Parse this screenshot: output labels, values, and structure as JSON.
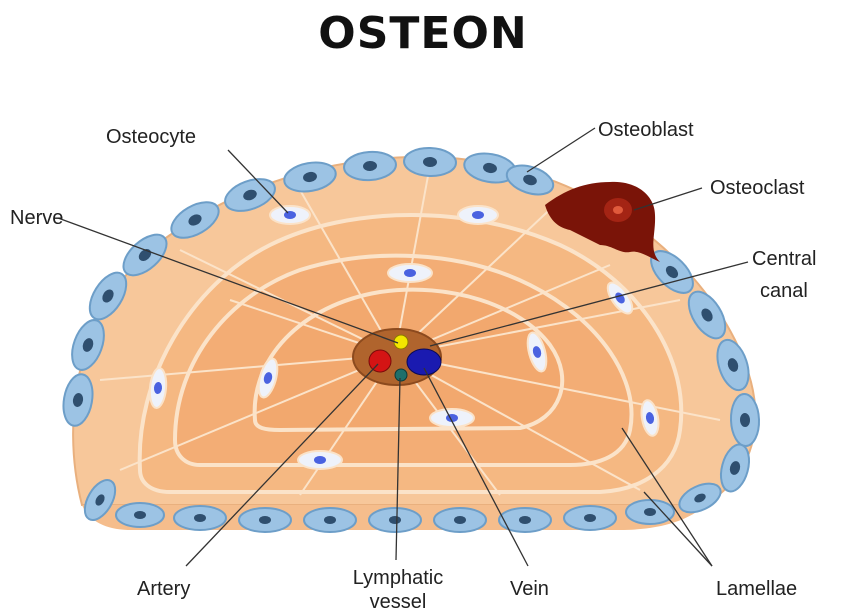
{
  "title": "OSTEON",
  "labels": {
    "osteocyte": "Osteocyte",
    "osteoblast": "Osteoblast",
    "osteoclast": "Osteoclast",
    "nerve": "Nerve",
    "central_canal_line1": "Central",
    "central_canal_line2": "canal",
    "artery": "Artery",
    "lymphatic_line1": "Lymphatic",
    "lymphatic_line2": "vessel",
    "vein": "Vein",
    "lamellae": "Lamellae"
  },
  "colors": {
    "bone_outer": "#f7c79a",
    "bone_mid": "#f5b882",
    "bone_inner": "#f2a86e",
    "lamella_line": "#fbe3c9",
    "osteoblast_fill": "#9cc3e4",
    "osteoblast_nucleus": "#2f4f6f",
    "osteocyte_nucleus": "#4a62e0",
    "osteoclast": "#7a1408",
    "canal": "#b0642d",
    "nerve_dot": "#f2e600",
    "artery_dot": "#d41414",
    "vein_dot": "#1a1ab0",
    "lymph_dot": "#1e6f6a",
    "leader_line": "#333333"
  }
}
